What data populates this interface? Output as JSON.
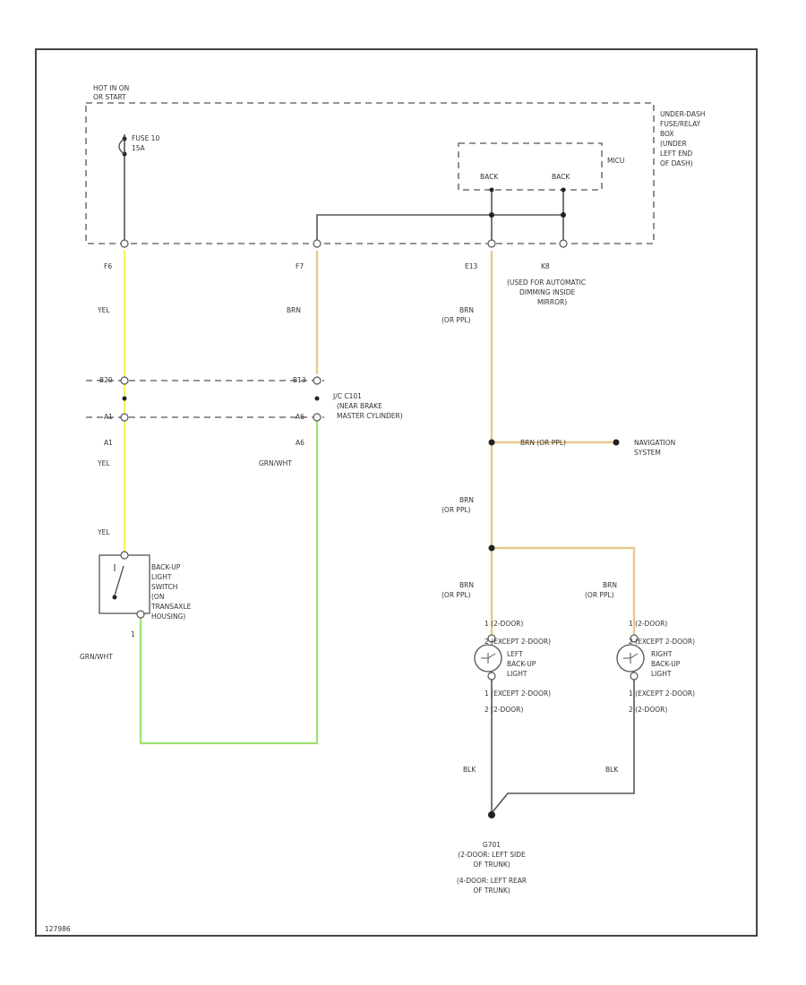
{
  "figure_id": "127986",
  "fuse_box": {
    "hot_label": [
      "HOT IN ON",
      "OR START"
    ],
    "fuse": [
      "FUSE 10",
      "15A"
    ],
    "box_label": [
      "UNDER-DASH",
      "FUSE/RELAY",
      "BOX",
      "(UNDER",
      "LEFT END",
      "OF DASH)"
    ]
  },
  "mcu": {
    "label": "MICU",
    "pin1": "BACK",
    "pin2": "BACK"
  },
  "pins_top": {
    "p1": "F6",
    "p2": "F7",
    "p3": "E13",
    "p4": "K8"
  },
  "wire_labels": {
    "yel1": "YEL",
    "brn1": "BRN",
    "brn2": [
      "BRN",
      "(OR PPL)"
    ],
    "yel2": "YEL",
    "grn_wht1": "GRN/WHT",
    "yel3": "YEL",
    "grn_wht2": "GRN/WHT",
    "brn_nav": "BRN (OR PPL)",
    "brn3": [
      "BRN",
      "(OR PPL)"
    ],
    "brn4": [
      "BRN",
      "(OR PPL)"
    ],
    "brn5": [
      "BRN",
      "(OR PPL)"
    ],
    "blk1": "BLK",
    "blk2": "BLK"
  },
  "used_for": [
    "(USED FOR AUTOMATIC",
    "DIMMING INSIDE",
    "MIRROR)"
  ],
  "connector": {
    "pins_top": [
      "B20",
      "B13"
    ],
    "pins_bottom": [
      "A1",
      "A6"
    ],
    "label": [
      "J/C C101",
      "(NEAR BRAKE",
      "MASTER CYLINDER)"
    ]
  },
  "navigation": [
    "NAVIGATION",
    "SYSTEM"
  ],
  "backup_switch": {
    "label": [
      "BACK-UP",
      "LIGHT",
      "SWITCH",
      "(ON",
      "TRANSAXLE",
      "HOUSING)"
    ],
    "pin": "1"
  },
  "left_light": {
    "pin_top": [
      "1 (2-DOOR)",
      "2 (EXCEPT 2-DOOR)"
    ],
    "label": [
      "LEFT",
      "BACK-UP",
      "LIGHT"
    ],
    "pin_bottom": [
      "1 (EXCEPT 2-DOOR)",
      "2 (2-DOOR)"
    ]
  },
  "right_light": {
    "pin_top": [
      "1 (2-DOOR)",
      "2 (EXCEPT 2-DOOR)"
    ],
    "label": [
      "RIGHT",
      "BACK-UP",
      "LIGHT"
    ],
    "pin_bottom": [
      "1 (EXCEPT 2-DOOR)",
      "2 (2-DOOR)"
    ]
  },
  "ground": [
    "G701",
    "(2-DOOR: LEFT SIDE",
    "OF TRUNK)",
    "(4-DOOR: LEFT REAR",
    "OF TRUNK)"
  ]
}
